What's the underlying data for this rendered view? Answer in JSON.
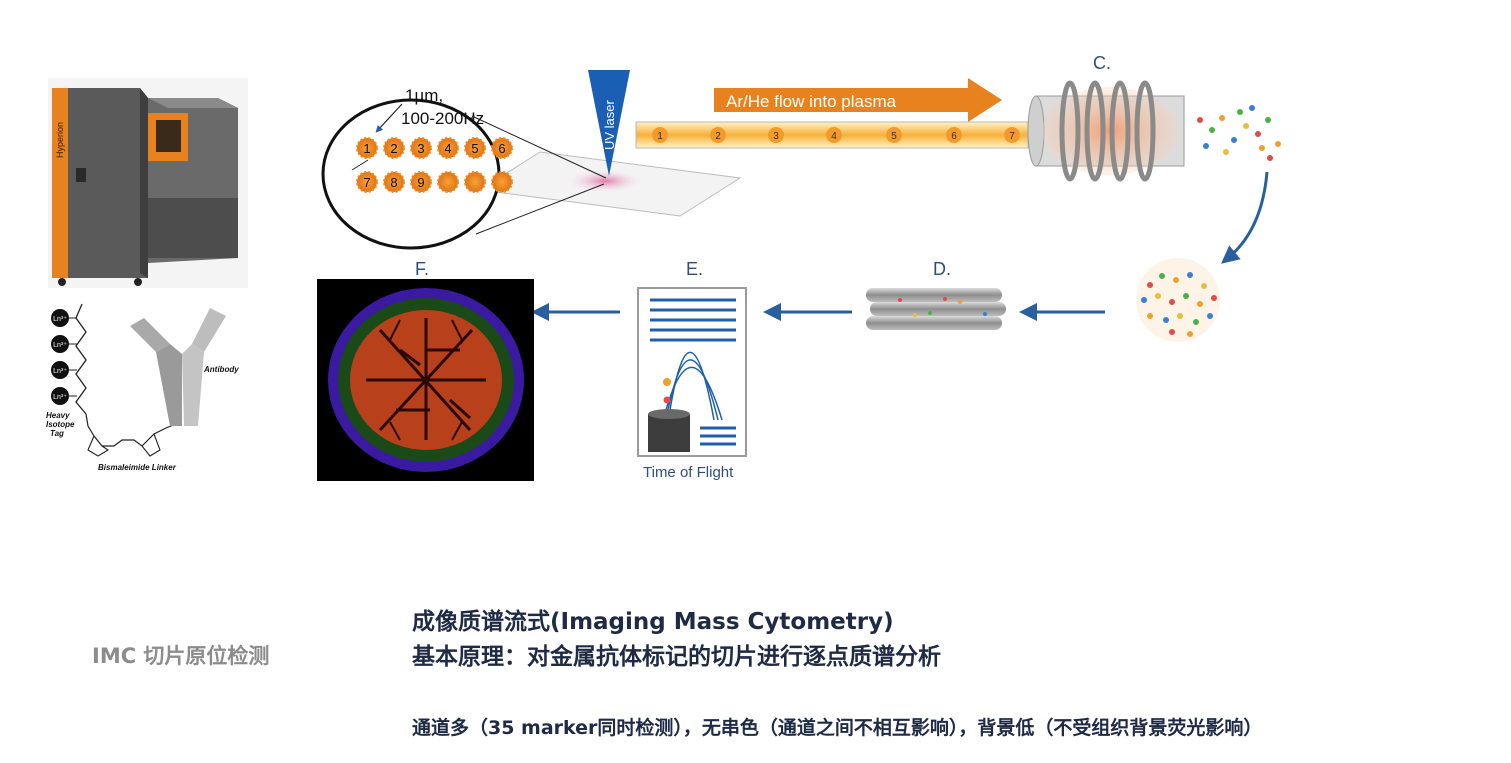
{
  "diagram": {
    "callout_lines": [
      "1µm,",
      "100-200Hz"
    ],
    "spots": [
      "1",
      "2",
      "3",
      "4",
      "5",
      "6",
      "7",
      "8",
      "9"
    ],
    "laser_label": "UV laser",
    "flow_label": "Ar/He flow into plasma",
    "stream_spots": [
      "1",
      "2",
      "3",
      "4",
      "5",
      "6",
      "7"
    ],
    "stage_c": "C.",
    "stage_d": "D.",
    "stage_e": "E.",
    "stage_f": "F.",
    "tof_label": "Time of Flight",
    "antibody_label": "Antibody",
    "tag_lines": [
      "Heavy",
      "Isotope",
      "Tag"
    ],
    "linker_label": "Bismaleimide Linker",
    "ion_label": "Ln³⁺",
    "instrument_brand": "Hyperion"
  },
  "text": {
    "side_label": "IMC  切片原位检测",
    "title_line1": "成像质谱流式(Imaging Mass Cytometry)",
    "title_line2": "基本原理：对金属抗体标记的切片进行逐点质谱分析",
    "features": "通道多（35 marker同时检测），无串色（通道之间不相互影响），背景低（不受组织背景荧光影响）"
  },
  "colors": {
    "orange": "#e8821e",
    "arrow_blue": "#2a5f9e",
    "title_text": "#1f2a44",
    "side_text": "#8c8c8c",
    "tof_blue": "#1f5fa8"
  }
}
